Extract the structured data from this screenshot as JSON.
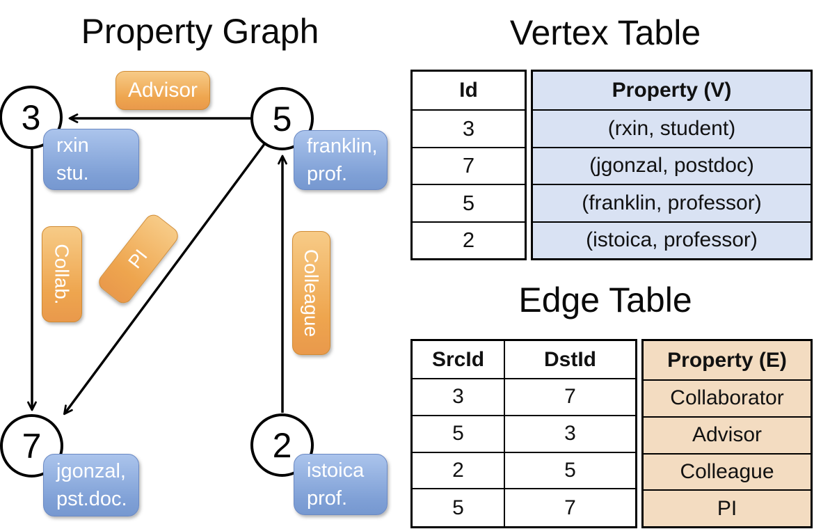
{
  "graph": {
    "title": "Property Graph",
    "nodes": [
      {
        "id": "3",
        "line1": "rxin",
        "line2": "stu."
      },
      {
        "id": "5",
        "line1": "franklin,",
        "line2": "prof."
      },
      {
        "id": "7",
        "line1": "jgonzal,",
        "line2": "pst.doc."
      },
      {
        "id": "2",
        "line1": "istoica",
        "line2": "prof."
      }
    ],
    "edges": [
      {
        "src": "5",
        "dst": "3",
        "label": "Advisor"
      },
      {
        "src": "3",
        "dst": "7",
        "label": "Collab."
      },
      {
        "src": "5",
        "dst": "7",
        "label": "PI"
      },
      {
        "src": "2",
        "dst": "5",
        "label": "Colleague"
      }
    ],
    "edge_label_advisor": "Advisor",
    "edge_label_collab": "Collab.",
    "edge_label_pi": "PI",
    "edge_label_colleague": "Colleague"
  },
  "vertex_table": {
    "title": "Vertex Table",
    "columns": [
      "Id",
      "Property (V)"
    ],
    "rows": [
      [
        "3",
        "(rxin, student)"
      ],
      [
        "7",
        "(jgonzal, postdoc)"
      ],
      [
        "5",
        "(franklin, professor)"
      ],
      [
        "2",
        "(istoica, professor)"
      ]
    ]
  },
  "edge_table": {
    "title": "Edge Table",
    "columns": [
      "SrcId",
      "DstId",
      "Property (E)"
    ],
    "rows": [
      [
        "3",
        "7",
        "Collaborator"
      ],
      [
        "5",
        "3",
        "Advisor"
      ],
      [
        "2",
        "5",
        "Colleague"
      ],
      [
        "5",
        "7",
        "PI"
      ]
    ]
  },
  "colors": {
    "orange_pill_top": "#F7CB87",
    "orange_pill_bottom": "#E9994C",
    "orange_pill_border": "#D18B33",
    "blue_pill_top": "#ABC4EC",
    "blue_pill_bottom": "#7698D0",
    "vertex_property_bg": "#D9E2F3",
    "edge_property_bg": "#F3DCC1",
    "line_color": "#000000",
    "text_on_pill": "#FFFFFF"
  }
}
